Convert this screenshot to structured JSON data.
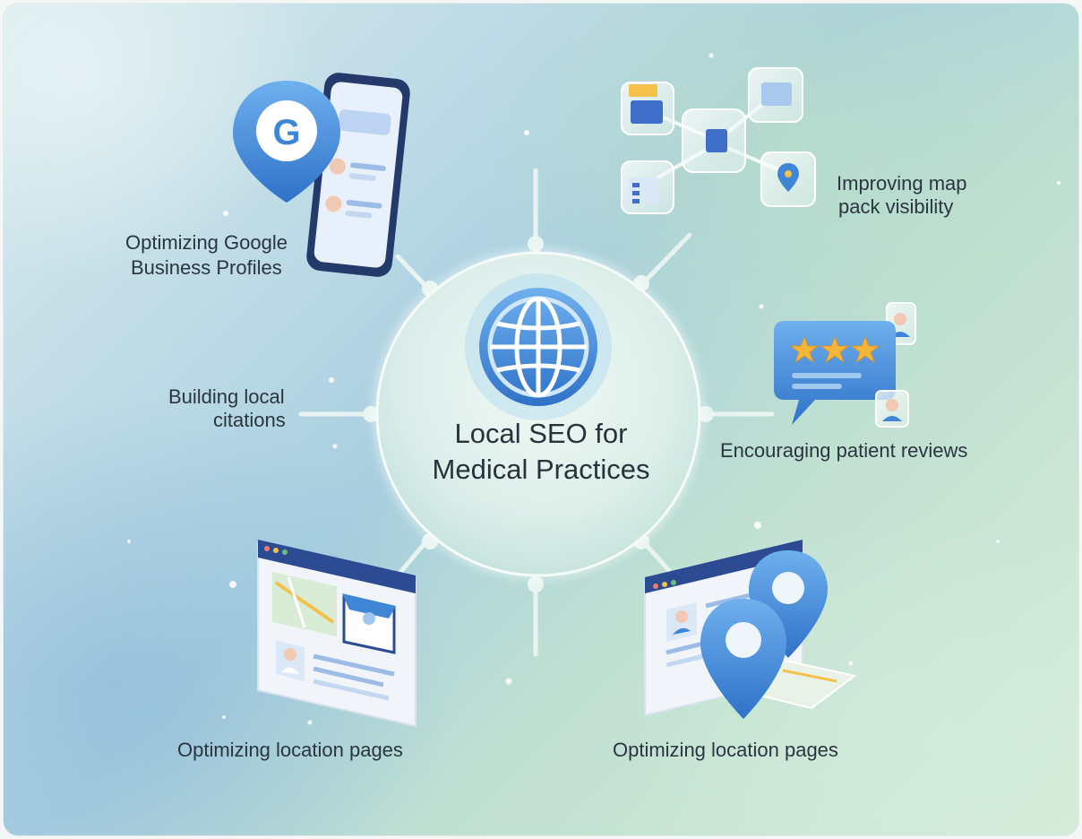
{
  "center": {
    "title_line1": "Local SEO for",
    "title_line2": "Medical Practices",
    "icon": "globe-icon"
  },
  "nodes": {
    "google_profiles": {
      "line1": "Optimizing Google",
      "line2": "Business Profiles",
      "icon": "google-maps-pin-phone-icon"
    },
    "map_pack": {
      "line1": "Improving map",
      "line2": "pack visibility",
      "icon": "network-cubes-icon"
    },
    "local_citations": {
      "line1": "Building local",
      "line2": "citations"
    },
    "patient_reviews": {
      "label": "Encouraging patient reviews",
      "icon": "review-stars-icon"
    },
    "location_pages_left": {
      "label": "Optimizing location pages",
      "icon": "map-webpage-icon"
    },
    "location_pages_right": {
      "label": "Optimizing location pages",
      "icon": "location-pins-webpage-icon"
    }
  },
  "colors": {
    "accent_blue": "#3f86d6",
    "star_gold": "#f4b73a",
    "text": "#2a3540"
  }
}
